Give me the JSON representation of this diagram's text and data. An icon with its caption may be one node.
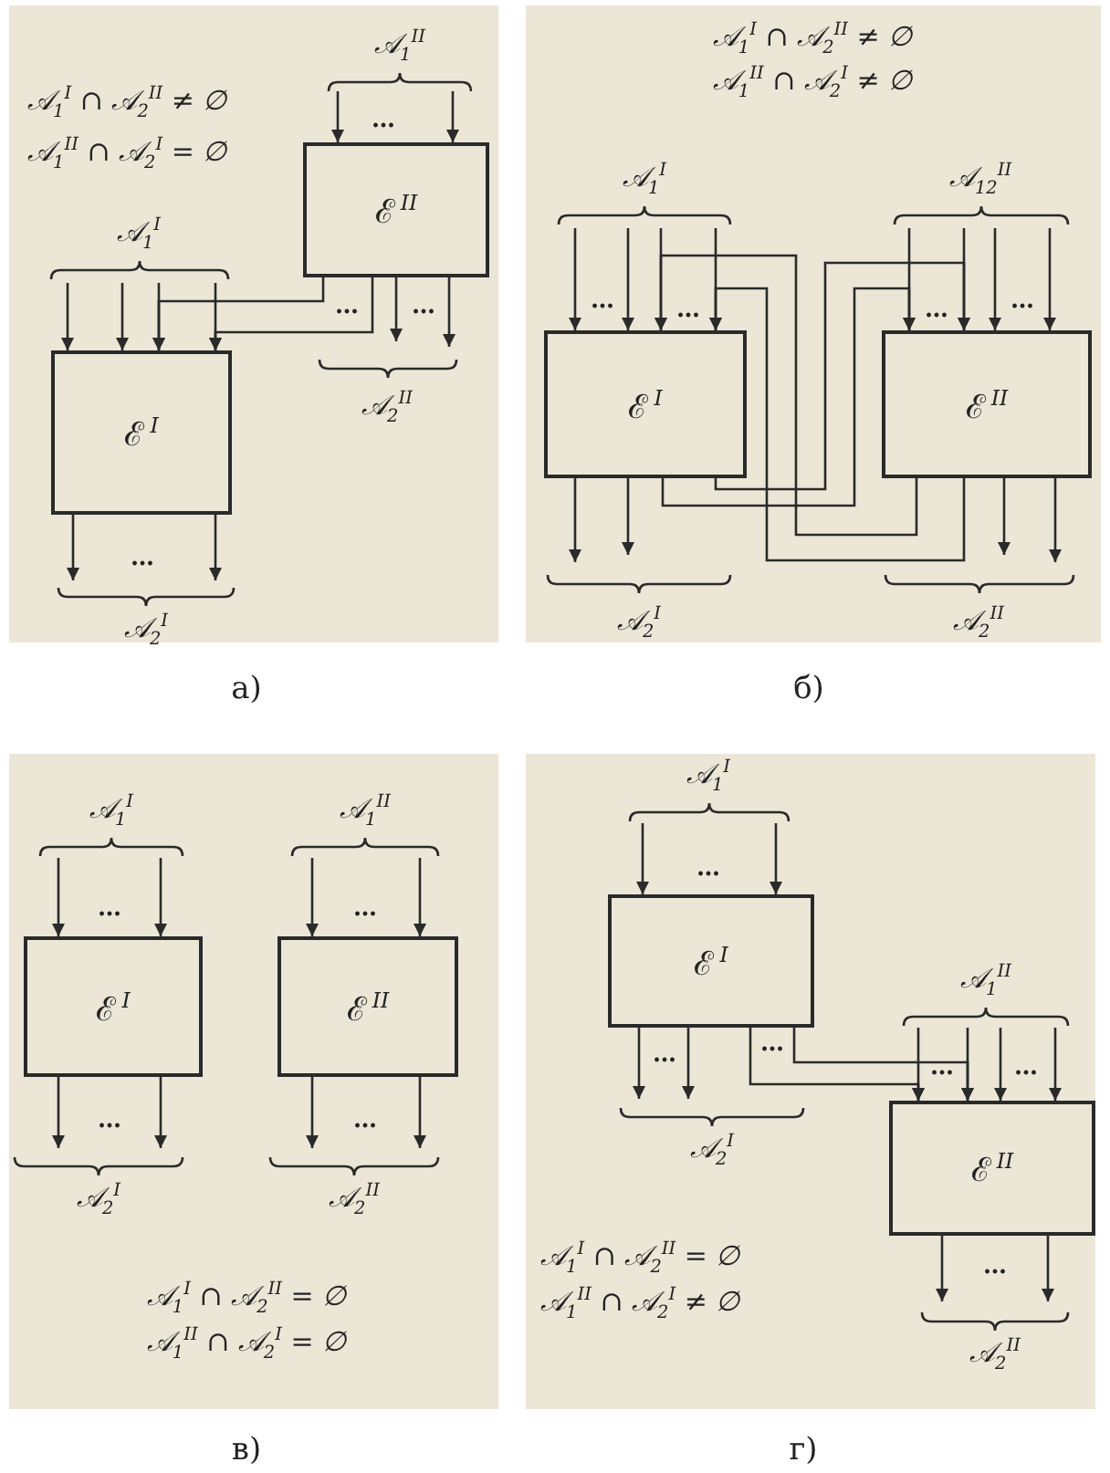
{
  "diagram": {
    "nodes": [
      {
        "text": [
          "𝒜$_{1}$$^{I}$ ∩ 𝒜$_{2}$$^{II}$ ≠ ∅",
          "𝒜$_{1}$$^{II}$ ∩ 𝒜$_{2}$$^{I}$ = ∅",
          "а)"
        ]
      },
      {
        "text": [
          "ℰ$^{II}$"
        ],
        "in": 0,
        "beside": [
          "…",
          "…",
          "…"
        ]
      },
      {
        "text": [
          "ℰ$^{I}$"
        ],
        "in": 0,
        "beside": [
          "…"
        ]
      },
      {
        "text": [
          "𝒜$_{1}$$^{I}$ ∩ 𝒜$_{2}$$^{II}$ ≠ ∅",
          "𝒜$_{1}$$^{II}$ ∩ 𝒜$_{2}$$^{I}$ ≠ ∅",
          "б)"
        ]
      },
      {
        "text": [
          "ℰ$^{I}$"
        ],
        "in": 3,
        "beside": [
          "…",
          "…"
        ]
      },
      {
        "text": [
          "ℰ$^{II}$"
        ],
        "in": 3,
        "beside": [
          "…",
          "…"
        ]
      },
      {
        "text": [
          "𝒜$_{1}$$^{I}$ ∩ 𝒜$_{2}$$^{II}$ = ∅",
          "𝒜$_{1}$$^{II}$ ∩ 𝒜$_{2}$$^{I}$ = ∅",
          "в)"
        ]
      },
      {
        "text": [
          "ℰ$^{I}$"
        ],
        "in": 6,
        "beside": [
          "…",
          "…"
        ]
      },
      {
        "text": [
          "ℰ$^{II}$"
        ],
        "in": 6,
        "beside": [
          "…",
          "…"
        ]
      },
      {
        "text": [
          "𝒜$_{1}$$^{I}$ ∩ 𝒜$_{2}$$^{II}$ = ∅",
          "𝒜$_{1}$$^{II}$ ∩ 𝒜$_{2}$$^{I}$ ≠ ∅",
          "г)"
        ]
      },
      {
        "text": [
          "ℰ$^{I}$"
        ],
        "in": 9,
        "beside": [
          "…",
          "…",
          "…"
        ]
      },
      {
        "text": [
          "ℰ$^{II}$"
        ],
        "in": 9,
        "beside": [
          "…",
          "…",
          "…"
        ]
      }
    ],
    "edges": [
      {
        "from": null,
        "to": 1,
        "arrow": "to"
      },
      {
        "from": null,
        "to": 1,
        "arrow": "to"
      },
      {
        "from": 1,
        "to": null,
        "arrow": "to"
      },
      {
        "from": 1,
        "to": null,
        "arrow": "to"
      },
      {
        "from": 1,
        "to": 2,
        "arrow": "to"
      },
      {
        "from": 1,
        "to": 2,
        "arrow": "to"
      },
      {
        "from": null,
        "to": 2,
        "arrow": "to"
      },
      {
        "from": null,
        "to": 2,
        "arrow": "to"
      },
      {
        "from": null,
        "to": 2,
        "arrow": "to"
      },
      {
        "from": null,
        "to": 2,
        "arrow": "to"
      },
      {
        "from": 2,
        "to": null,
        "arrow": "to"
      },
      {
        "from": 2,
        "to": null,
        "arrow": "to"
      },
      {
        "from": null,
        "to": 4,
        "arrow": "to"
      },
      {
        "from": null,
        "to": 4,
        "arrow": "to"
      },
      {
        "from": null,
        "to": 4,
        "arrow": "to"
      },
      {
        "from": null,
        "to": 4,
        "arrow": "to"
      },
      {
        "from": null,
        "to": 5,
        "arrow": "to"
      },
      {
        "from": null,
        "to": 5,
        "arrow": "to"
      },
      {
        "from": null,
        "to": 5,
        "arrow": "to"
      },
      {
        "from": null,
        "to": 5,
        "arrow": "to"
      },
      {
        "from": 4,
        "to": 5,
        "arrow": "to"
      },
      {
        "from": 4,
        "to": 5,
        "arrow": "to"
      },
      {
        "from": 5,
        "to": 4,
        "arrow": "to"
      },
      {
        "from": 5,
        "to": 4,
        "arrow": "to"
      },
      {
        "from": 4,
        "to": null,
        "arrow": "to"
      },
      {
        "from": 4,
        "to": null,
        "arrow": "to"
      },
      {
        "from": 5,
        "to": null,
        "arrow": "to"
      },
      {
        "from": 5,
        "to": null,
        "arrow": "to"
      },
      {
        "from": null,
        "to": 7,
        "arrow": "to"
      },
      {
        "from": null,
        "to": 7,
        "arrow": "to"
      },
      {
        "from": 7,
        "to": null,
        "arrow": "to"
      },
      {
        "from": 7,
        "to": null,
        "arrow": "to"
      },
      {
        "from": null,
        "to": 8,
        "arrow": "to"
      },
      {
        "from": null,
        "to": 8,
        "arrow": "to"
      },
      {
        "from": 8,
        "to": null,
        "arrow": "to"
      },
      {
        "from": 8,
        "to": null,
        "arrow": "to"
      },
      {
        "from": null,
        "to": 10,
        "arrow": "to"
      },
      {
        "from": null,
        "to": 10,
        "arrow": "to"
      },
      {
        "from": 10,
        "to": null,
        "arrow": "to"
      },
      {
        "from": 10,
        "to": null,
        "arrow": "to"
      },
      {
        "from": 10,
        "to": 11,
        "arrow": "to"
      },
      {
        "from": 10,
        "to": 11,
        "arrow": "to"
      },
      {
        "from": null,
        "to": 11,
        "arrow": "to"
      },
      {
        "from": null,
        "to": 11,
        "arrow": "to"
      },
      {
        "from": null,
        "to": 11,
        "arrow": "to"
      },
      {
        "from": null,
        "to": 11,
        "arrow": "to"
      },
      {
        "from": 11,
        "to": null,
        "arrow": "to"
      },
      {
        "from": 11,
        "to": null,
        "arrow": "to"
      }
    ],
    "labels": [
      "𝒜$_{1}$$^{II}$",
      "𝒜$_{1}$$^{I}$",
      "𝒜$_{2}$$^{II}$",
      "𝒜$_{2}$$^{I}$",
      "𝒜$_{1}$$^{I}$",
      "𝒜$_{12}$$^{II}$",
      "𝒜$_{2}$$^{I}$",
      "𝒜$_{2}$$^{II}$",
      "𝒜$_{1}$$^{I}$",
      "𝒜$_{1}$$^{II}$",
      "𝒜$_{2}$$^{I}$",
      "𝒜$_{2}$$^{II}$",
      "𝒜$_{1}$$^{I}$",
      "𝒜$_{1}$$^{II}$",
      "𝒜$_{2}$$^{I}$",
      "𝒜$_{2}$$^{II}$"
    ]
  }
}
